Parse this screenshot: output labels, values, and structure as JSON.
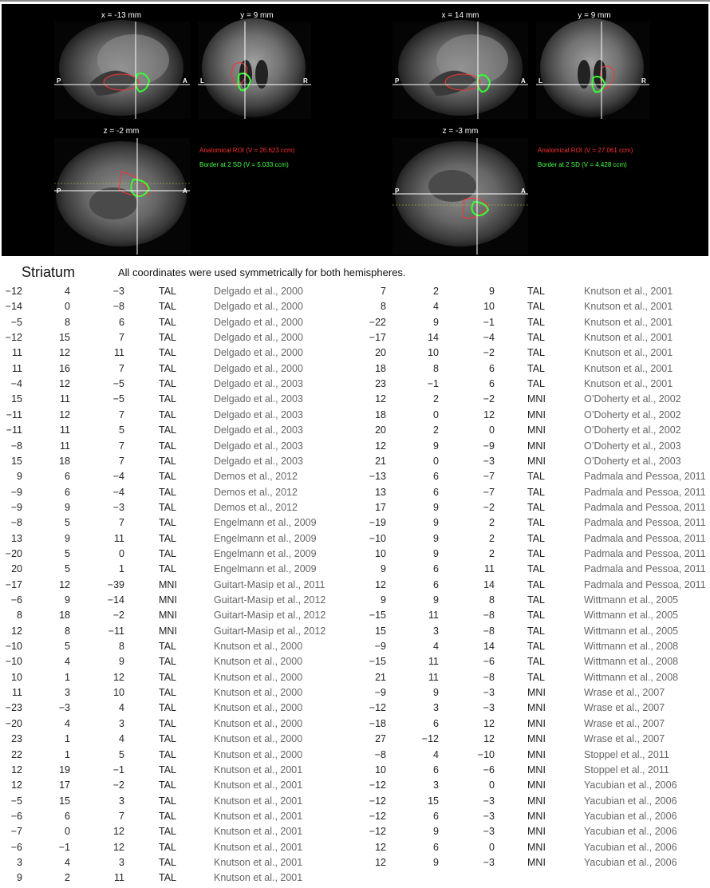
{
  "figure": {
    "left": {
      "sagittal_label": "x = -13 mm",
      "coronal_label": "y = 9 mm",
      "axial_label": "z = -2 mm",
      "legend_red": "Anatomical ROI (V = 26.623 ccm)",
      "legend_green": "Border at 2 SD (V = 5.033 ccm)"
    },
    "right": {
      "sagittal_label": "x = 14 mm",
      "coronal_label": "y = 9 mm",
      "axial_label": "z = -3 mm",
      "legend_red": "Anatomical ROI (V = 27.061 ccm)",
      "legend_green": "Border at 2 SD (V = 4.428 ccm)"
    },
    "axis": {
      "p": "P",
      "a": "A",
      "l": "L",
      "r": "R"
    }
  },
  "section": {
    "title": "Striatum",
    "note": "All coordinates were used symmetrically for both hemispheres."
  },
  "left_rows": [
    [
      "−12",
      "4",
      "−3",
      "TAL",
      "Delgado et al., 2000"
    ],
    [
      "−14",
      "0",
      "−8",
      "TAL",
      "Delgado et al., 2000"
    ],
    [
      "−5",
      "8",
      "6",
      "TAL",
      "Delgado et al., 2000"
    ],
    [
      "−12",
      "15",
      "7",
      "TAL",
      "Delgado et al., 2000"
    ],
    [
      "11",
      "12",
      "11",
      "TAL",
      "Delgado et al., 2000"
    ],
    [
      "11",
      "16",
      "7",
      "TAL",
      "Delgado et al., 2000"
    ],
    [
      "−4",
      "12",
      "−5",
      "TAL",
      "Delgado et al., 2003"
    ],
    [
      "15",
      "11",
      "−5",
      "TAL",
      "Delgado et al., 2003"
    ],
    [
      "−11",
      "12",
      "7",
      "TAL",
      "Delgado et al., 2003"
    ],
    [
      "−11",
      "11",
      "5",
      "TAL",
      "Delgado et al., 2003"
    ],
    [
      "−8",
      "11",
      "7",
      "TAL",
      "Delgado et al., 2003"
    ],
    [
      "15",
      "18",
      "7",
      "TAL",
      "Delgado et al., 2003"
    ],
    [
      "9",
      "6",
      "−4",
      "TAL",
      "Demos et al., 2012"
    ],
    [
      "−9",
      "6",
      "−4",
      "TAL",
      "Demos et al., 2012"
    ],
    [
      "−9",
      "9",
      "−3",
      "TAL",
      "Demos et al., 2012"
    ],
    [
      "−8",
      "5",
      "7",
      "TAL",
      "Engelmann et al., 2009"
    ],
    [
      "13",
      "9",
      "11",
      "TAL",
      "Engelmann et al., 2009"
    ],
    [
      "−20",
      "5",
      "0",
      "TAL",
      "Engelmann et al., 2009"
    ],
    [
      "20",
      "5",
      "1",
      "TAL",
      "Engelmann et al., 2009"
    ],
    [
      "−17",
      "12",
      "−39",
      "MNI",
      "Guitart-Masip et al., 2011"
    ],
    [
      "−6",
      "9",
      "−14",
      "MNI",
      "Guitart-Masip et al., 2012"
    ],
    [
      "8",
      "18",
      "−2",
      "MNI",
      "Guitart-Masip et al., 2012"
    ],
    [
      "12",
      "8",
      "−11",
      "MNI",
      "Guitart-Masip et al., 2012"
    ],
    [
      "−10",
      "5",
      "8",
      "TAL",
      "Knutson et al., 2000"
    ],
    [
      "−10",
      "4",
      "9",
      "TAL",
      "Knutson et al., 2000"
    ],
    [
      "10",
      "1",
      "12",
      "TAL",
      "Knutson et al., 2000"
    ],
    [
      "11",
      "3",
      "10",
      "TAL",
      "Knutson et al., 2000"
    ],
    [
      "−23",
      "−3",
      "4",
      "TAL",
      "Knutson et al., 2000"
    ],
    [
      "−20",
      "4",
      "3",
      "TAL",
      "Knutson et al., 2000"
    ],
    [
      "23",
      "1",
      "4",
      "TAL",
      "Knutson et al., 2000"
    ],
    [
      "22",
      "1",
      "5",
      "TAL",
      "Knutson et al., 2000"
    ],
    [
      "12",
      "19",
      "−1",
      "TAL",
      "Knutson et al., 2001"
    ],
    [
      "12",
      "17",
      "−2",
      "TAL",
      "Knutson et al., 2001"
    ],
    [
      "−5",
      "15",
      "3",
      "TAL",
      "Knutson et al., 2001"
    ],
    [
      "−6",
      "6",
      "7",
      "TAL",
      "Knutson et al., 2001"
    ],
    [
      "−7",
      "0",
      "12",
      "TAL",
      "Knutson et al., 2001"
    ],
    [
      "−6",
      "−1",
      "12",
      "TAL",
      "Knutson et al., 2001"
    ],
    [
      "3",
      "4",
      "3",
      "TAL",
      "Knutson et al., 2001"
    ],
    [
      "9",
      "2",
      "11",
      "TAL",
      "Knutson et al., 2001"
    ]
  ],
  "right_rows": [
    [
      "7",
      "2",
      "9",
      "TAL",
      "Knutson et al., 2001"
    ],
    [
      "8",
      "4",
      "10",
      "TAL",
      "Knutson et al., 2001"
    ],
    [
      "−22",
      "9",
      "−1",
      "TAL",
      "Knutson et al., 2001"
    ],
    [
      "−17",
      "14",
      "−4",
      "TAL",
      "Knutson et al., 2001"
    ],
    [
      "20",
      "10",
      "−2",
      "TAL",
      "Knutson et al., 2001"
    ],
    [
      "18",
      "8",
      "6",
      "TAL",
      "Knutson et al., 2001"
    ],
    [
      "23",
      "−1",
      "6",
      "TAL",
      "Knutson et al., 2001"
    ],
    [
      "12",
      "2",
      "−2",
      "MNI",
      "O’Doherty et al., 2002"
    ],
    [
      "18",
      "0",
      "12",
      "MNI",
      "O’Doherty et al., 2002"
    ],
    [
      "20",
      "2",
      "0",
      "MNI",
      "O’Doherty et al., 2002"
    ],
    [
      "12",
      "9",
      "−9",
      "MNI",
      "O’Doherty et al., 2003"
    ],
    [
      "21",
      "0",
      "−3",
      "MNI",
      "O’Doherty et al., 2003"
    ],
    [
      "−13",
      "6",
      "−7",
      "TAL",
      "Padmala and Pessoa, 2011"
    ],
    [
      "13",
      "6",
      "−7",
      "TAL",
      "Padmala and Pessoa, 2011"
    ],
    [
      "17",
      "9",
      "−2",
      "TAL",
      "Padmala and Pessoa, 2011"
    ],
    [
      "−19",
      "9",
      "2",
      "TAL",
      "Padmala and Pessoa, 2011"
    ],
    [
      "−10",
      "9",
      "2",
      "TAL",
      "Padmala and Pessoa, 2011"
    ],
    [
      "10",
      "9",
      "2",
      "TAL",
      "Padmala and Pessoa, 2011"
    ],
    [
      "9",
      "6",
      "11",
      "TAL",
      "Padmala and Pessoa, 2011"
    ],
    [
      "12",
      "6",
      "14",
      "TAL",
      "Padmala and Pessoa, 2011"
    ],
    [
      "9",
      "9",
      "8",
      "TAL",
      "Wittmann et al., 2005"
    ],
    [
      "−15",
      "11",
      "−8",
      "TAL",
      "Wittmann et al., 2005"
    ],
    [
      "15",
      "3",
      "−8",
      "TAL",
      "Wittmann et al., 2005"
    ],
    [
      "−9",
      "4",
      "14",
      "TAL",
      "Wittmann et al., 2008"
    ],
    [
      "−15",
      "11",
      "−6",
      "TAL",
      "Wittmann et al., 2008"
    ],
    [
      "21",
      "11",
      "−8",
      "TAL",
      "Wittmann et al., 2008"
    ],
    [
      "−9",
      "9",
      "−3",
      "MNI",
      "Wrase et al., 2007"
    ],
    [
      "−12",
      "3",
      "−3",
      "MNI",
      "Wrase et al., 2007"
    ],
    [
      "−18",
      "6",
      "12",
      "MNI",
      "Wrase et al., 2007"
    ],
    [
      "27",
      "−12",
      "12",
      "MNI",
      "Wrase et al., 2007"
    ],
    [
      "−8",
      "4",
      "−10",
      "MNI",
      "Stoppel et al., 2011"
    ],
    [
      "10",
      "6",
      "−6",
      "MNI",
      "Stoppel et al., 2011"
    ],
    [
      "−12",
      "3",
      "0",
      "MNI",
      "Yacubian et al., 2006"
    ],
    [
      "−12",
      "15",
      "−3",
      "MNI",
      "Yacubian et al., 2006"
    ],
    [
      "−12",
      "6",
      "−3",
      "MNI",
      "Yacubian et al., 2006"
    ],
    [
      "−12",
      "9",
      "−3",
      "MNI",
      "Yacubian et al., 2006"
    ],
    [
      "12",
      "6",
      "0",
      "MNI",
      "Yacubian et al., 2006"
    ],
    [
      "12",
      "9",
      "−3",
      "MNI",
      "Yacubian et al., 2006"
    ]
  ]
}
